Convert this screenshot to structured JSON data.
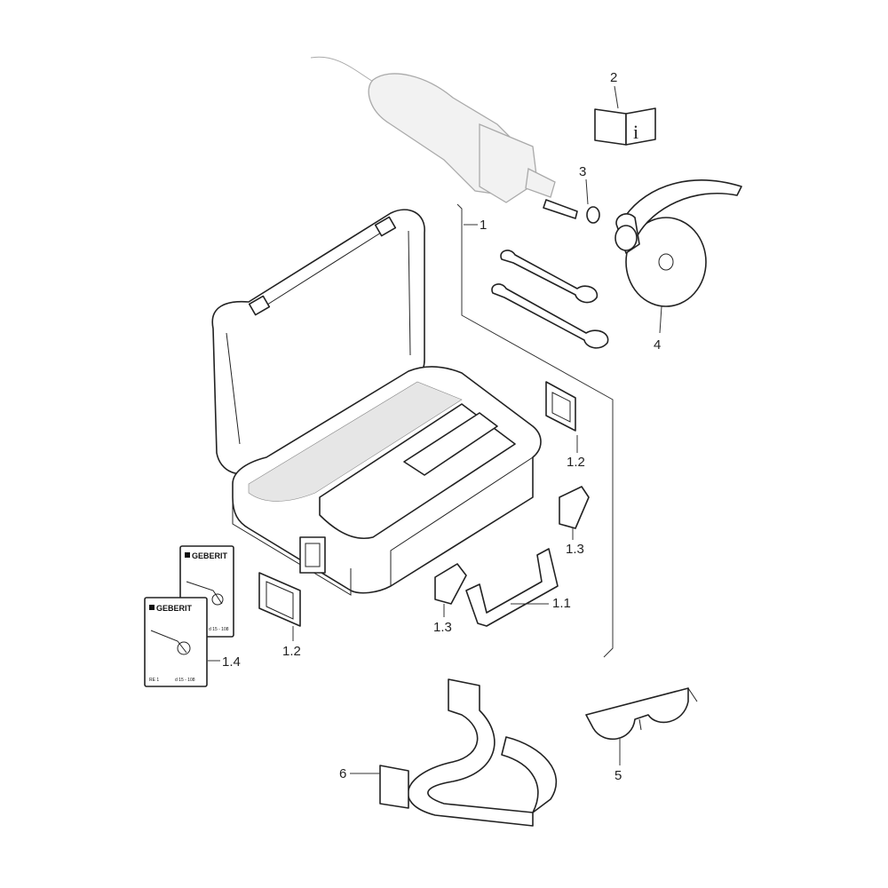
{
  "diagram": {
    "callouts": {
      "c1": "1",
      "c1_1": "1.1",
      "c1_2a": "1.2",
      "c1_2b": "1.2",
      "c1_3a": "1.3",
      "c1_3b": "1.3",
      "c1_4": "1.4",
      "c2": "2",
      "c3": "3",
      "c4": "4",
      "c5": "5",
      "c6": "6"
    },
    "label_cards": {
      "brand": "GEBERIT",
      "back_code": "d 15 - 108",
      "front_left": "RE 1",
      "front_right": "d 15 - 108"
    },
    "manual_icon_glyph": "i"
  }
}
